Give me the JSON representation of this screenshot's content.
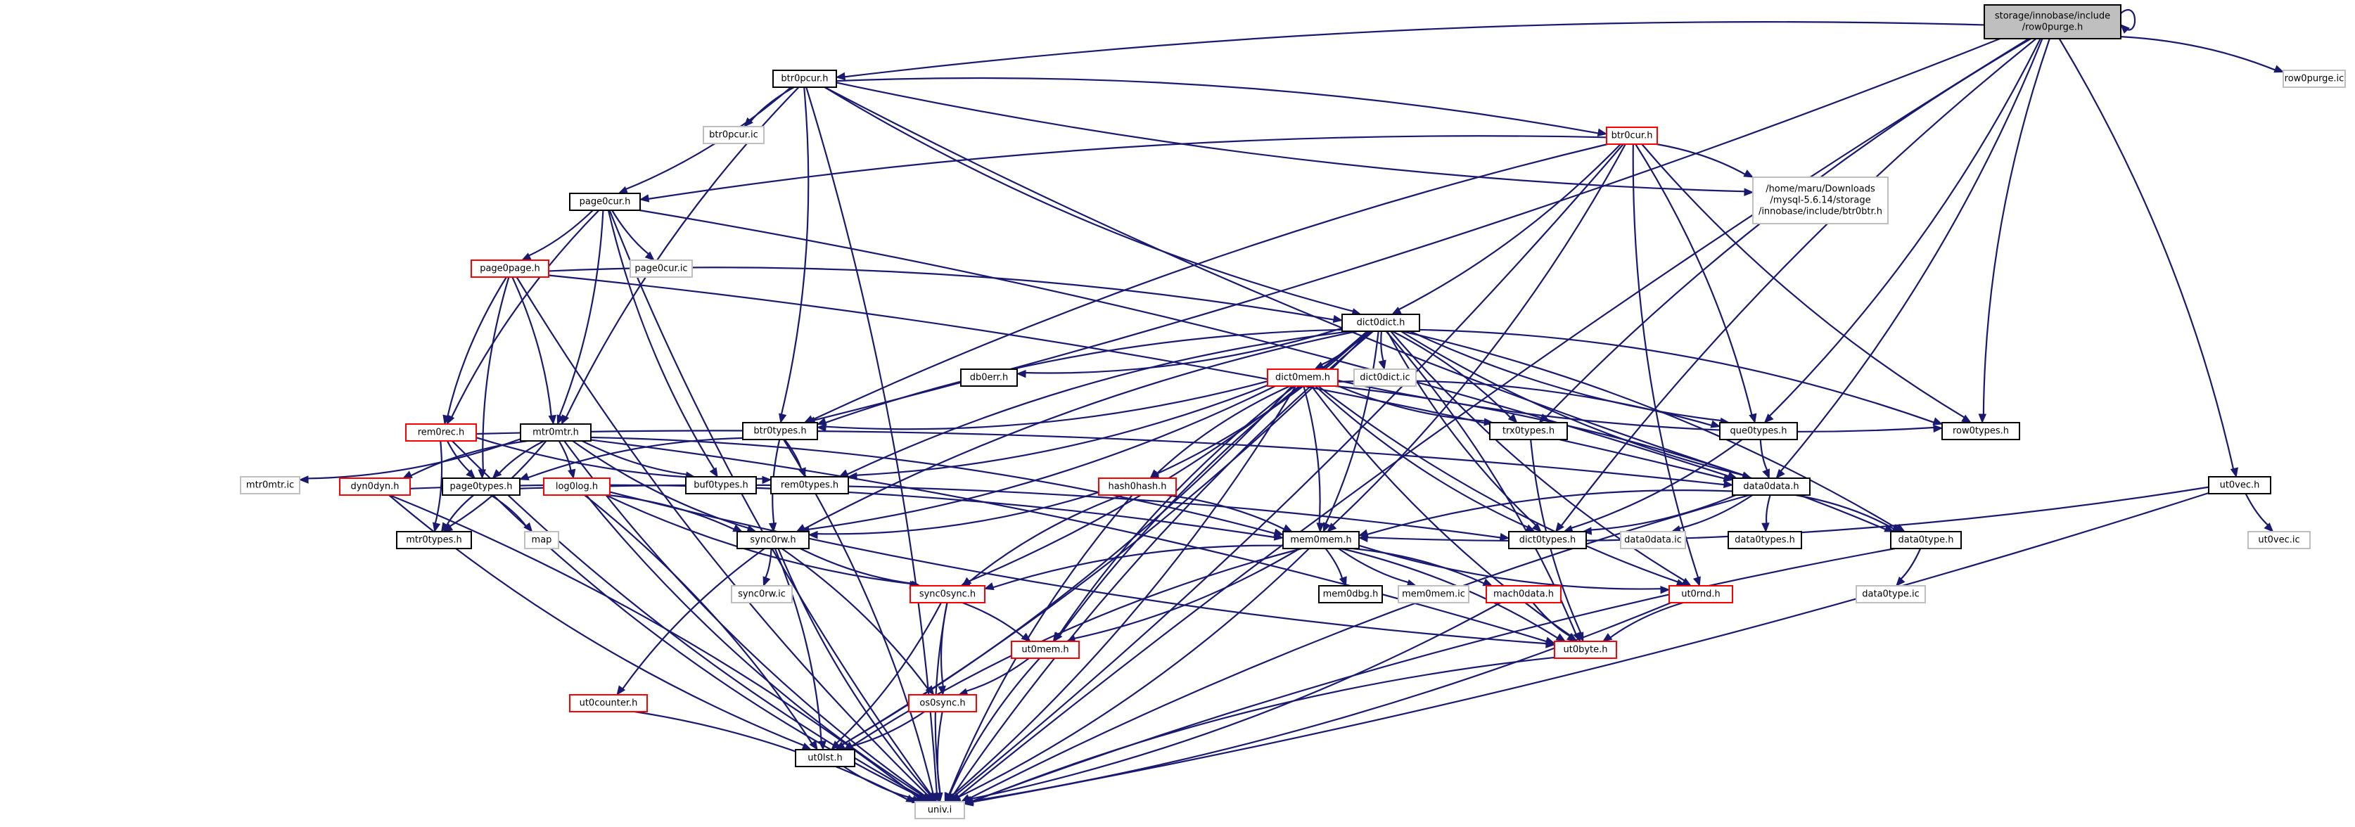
{
  "graph": {
    "colors": {
      "edge": "#191970",
      "border_default": "#000000",
      "border_red": "#ff0000",
      "border_gray": "#bfbfbf",
      "root_fill": "#bfbfbf",
      "node_fill": "#ffffff"
    },
    "nodes": [
      {
        "id": "row0purge_h",
        "label": [
          "storage/innobase/include",
          "/row0purge.h"
        ],
        "style": "root"
      },
      {
        "id": "btr0pcur_h",
        "label": [
          "btr0pcur.h"
        ],
        "style": "black"
      },
      {
        "id": "row0purge_ic",
        "label": [
          "row0purge.ic"
        ],
        "style": "gray"
      },
      {
        "id": "btr0pcur_ic",
        "label": [
          "btr0pcur.ic"
        ],
        "style": "gray"
      },
      {
        "id": "btr0cur_h",
        "label": [
          "btr0cur.h"
        ],
        "style": "red"
      },
      {
        "id": "btr0btr_h",
        "label": [
          "/home/maru/Downloads",
          "/mysql-5.6.14/storage",
          "/innobase/include/btr0btr.h"
        ],
        "style": "gray"
      },
      {
        "id": "page0cur_h",
        "label": [
          "page0cur.h"
        ],
        "style": "black"
      },
      {
        "id": "page0cur_ic",
        "label": [
          "page0cur.ic"
        ],
        "style": "gray"
      },
      {
        "id": "page0page_h",
        "label": [
          "page0page.h"
        ],
        "style": "red"
      },
      {
        "id": "dict0dict_h",
        "label": [
          "dict0dict.h"
        ],
        "style": "black"
      },
      {
        "id": "db0err_h",
        "label": [
          "db0err.h"
        ],
        "style": "black"
      },
      {
        "id": "dict0dict_ic",
        "label": [
          "dict0dict.ic"
        ],
        "style": "gray"
      },
      {
        "id": "dict0mem_h",
        "label": [
          "dict0mem.h"
        ],
        "style": "red"
      },
      {
        "id": "btr0types_h",
        "label": [
          "btr0types.h"
        ],
        "style": "black"
      },
      {
        "id": "trx0types_h",
        "label": [
          "trx0types.h"
        ],
        "style": "black"
      },
      {
        "id": "que0types_h",
        "label": [
          "que0types.h"
        ],
        "style": "black"
      },
      {
        "id": "row0types_h",
        "label": [
          "row0types.h"
        ],
        "style": "black"
      },
      {
        "id": "ut0vec_h",
        "label": [
          "ut0vec.h"
        ],
        "style": "black"
      },
      {
        "id": "ut0vec_ic",
        "label": [
          "ut0vec.ic"
        ],
        "style": "gray"
      },
      {
        "id": "rem0rec_h",
        "label": [
          "rem0rec.h"
        ],
        "style": "red"
      },
      {
        "id": "mtr0mtr_h",
        "label": [
          "mtr0mtr.h"
        ],
        "style": "black"
      },
      {
        "id": "mtr0mtr_ic",
        "label": [
          "mtr0mtr.ic"
        ],
        "style": "gray"
      },
      {
        "id": "dyn0dyn_h",
        "label": [
          "dyn0dyn.h"
        ],
        "style": "red"
      },
      {
        "id": "log0log_h",
        "label": [
          "log0log.h"
        ],
        "style": "red"
      },
      {
        "id": "page0types_h",
        "label": [
          "page0types.h"
        ],
        "style": "black"
      },
      {
        "id": "map",
        "label": [
          "map"
        ],
        "style": "gray"
      },
      {
        "id": "mtr0types_h",
        "label": [
          "mtr0types.h"
        ],
        "style": "black"
      },
      {
        "id": "buf0types_h",
        "label": [
          "buf0types.h"
        ],
        "style": "black"
      },
      {
        "id": "rem0types_h",
        "label": [
          "rem0types.h"
        ],
        "style": "black"
      },
      {
        "id": "hash0hash_h",
        "label": [
          "hash0hash.h"
        ],
        "style": "red"
      },
      {
        "id": "data0data_h",
        "label": [
          "data0data.h"
        ],
        "style": "black"
      },
      {
        "id": "data0data_ic",
        "label": [
          "data0data.ic"
        ],
        "style": "gray"
      },
      {
        "id": "data0types_h",
        "label": [
          "data0types.h"
        ],
        "style": "black"
      },
      {
        "id": "data0type_h",
        "label": [
          "data0type.h"
        ],
        "style": "black"
      },
      {
        "id": "data0type_ic",
        "label": [
          "data0type.ic"
        ],
        "style": "gray"
      },
      {
        "id": "dict0types_h",
        "label": [
          "dict0types.h"
        ],
        "style": "black"
      },
      {
        "id": "mem0mem_h",
        "label": [
          "mem0mem.h"
        ],
        "style": "black"
      },
      {
        "id": "mem0dbg_h",
        "label": [
          "mem0dbg.h"
        ],
        "style": "black"
      },
      {
        "id": "mem0mem_ic",
        "label": [
          "mem0mem.ic"
        ],
        "style": "gray"
      },
      {
        "id": "mach0data_h",
        "label": [
          "mach0data.h"
        ],
        "style": "red"
      },
      {
        "id": "ut0rnd_h",
        "label": [
          "ut0rnd.h"
        ],
        "style": "red"
      },
      {
        "id": "ut0byte_h",
        "label": [
          "ut0byte.h"
        ],
        "style": "red"
      },
      {
        "id": "sync0rw_h",
        "label": [
          "sync0rw.h"
        ],
        "style": "black"
      },
      {
        "id": "sync0rw_ic",
        "label": [
          "sync0rw.ic"
        ],
        "style": "gray"
      },
      {
        "id": "sync0sync_h",
        "label": [
          "sync0sync.h"
        ],
        "style": "red"
      },
      {
        "id": "ut0mem_h",
        "label": [
          "ut0mem.h"
        ],
        "style": "red"
      },
      {
        "id": "os0sync_h",
        "label": [
          "os0sync.h"
        ],
        "style": "red"
      },
      {
        "id": "ut0counter_h",
        "label": [
          "ut0counter.h"
        ],
        "style": "red"
      },
      {
        "id": "ut0lst_h",
        "label": [
          "ut0lst.h"
        ],
        "style": "black"
      },
      {
        "id": "univ_i",
        "label": [
          "univ.i"
        ],
        "style": "gray"
      }
    ],
    "edges": [
      [
        "row0purge_h",
        "row0purge_h"
      ],
      [
        "row0purge_h",
        "btr0pcur_h"
      ],
      [
        "row0purge_h",
        "row0purge_ic"
      ],
      [
        "row0purge_h",
        "univ_i"
      ],
      [
        "row0purge_h",
        "btr0types_h"
      ],
      [
        "row0purge_h",
        "trx0types_h"
      ],
      [
        "row0purge_h",
        "que0types_h"
      ],
      [
        "row0purge_h",
        "row0types_h"
      ],
      [
        "row0purge_h",
        "data0data_h"
      ],
      [
        "row0purge_h",
        "dict0types_h"
      ],
      [
        "row0purge_h",
        "ut0vec_h"
      ],
      [
        "btr0pcur_h",
        "btr0pcur_ic"
      ],
      [
        "btr0pcur_h",
        "btr0cur_h"
      ],
      [
        "btr0pcur_h",
        "btr0btr_h"
      ],
      [
        "btr0pcur_h",
        "page0cur_h"
      ],
      [
        "btr0pcur_h",
        "dict0dict_h"
      ],
      [
        "btr0pcur_h",
        "btr0types_h"
      ],
      [
        "btr0pcur_h",
        "mtr0mtr_h"
      ],
      [
        "btr0pcur_h",
        "univ_i"
      ],
      [
        "btr0pcur_h",
        "data0data_h"
      ],
      [
        "btr0cur_h",
        "btr0btr_h"
      ],
      [
        "btr0cur_h",
        "page0cur_h"
      ],
      [
        "btr0cur_h",
        "dict0dict_h"
      ],
      [
        "btr0cur_h",
        "btr0types_h"
      ],
      [
        "btr0cur_h",
        "que0types_h"
      ],
      [
        "btr0cur_h",
        "row0types_h"
      ],
      [
        "btr0cur_h",
        "mem0mem_h"
      ],
      [
        "btr0cur_h",
        "ut0rnd_h"
      ],
      [
        "btr0cur_h",
        "univ_i"
      ],
      [
        "page0cur_h",
        "page0cur_ic"
      ],
      [
        "page0cur_h",
        "page0page_h"
      ],
      [
        "page0cur_h",
        "rem0rec_h"
      ],
      [
        "page0cur_h",
        "mtr0mtr_h"
      ],
      [
        "page0cur_h",
        "buf0types_h"
      ],
      [
        "page0cur_h",
        "data0data_h"
      ],
      [
        "page0cur_h",
        "univ_i"
      ],
      [
        "page0page_h",
        "dict0dict_h"
      ],
      [
        "page0page_h",
        "rem0rec_h"
      ],
      [
        "page0page_h",
        "mtr0mtr_h"
      ],
      [
        "page0page_h",
        "page0types_h"
      ],
      [
        "page0page_h",
        "data0data_h"
      ],
      [
        "page0page_h",
        "univ_i"
      ],
      [
        "dict0dict_h",
        "db0err_h"
      ],
      [
        "dict0dict_h",
        "dict0dict_ic"
      ],
      [
        "dict0dict_h",
        "dict0mem_h"
      ],
      [
        "dict0dict_h",
        "btr0types_h"
      ],
      [
        "dict0dict_h",
        "trx0types_h"
      ],
      [
        "dict0dict_h",
        "que0types_h"
      ],
      [
        "dict0dict_h",
        "row0types_h"
      ],
      [
        "dict0dict_h",
        "rem0types_h"
      ],
      [
        "dict0dict_h",
        "hash0hash_h"
      ],
      [
        "dict0dict_h",
        "data0data_h"
      ],
      [
        "dict0dict_h",
        "data0type_h"
      ],
      [
        "dict0dict_h",
        "dict0types_h"
      ],
      [
        "dict0dict_h",
        "mem0mem_h"
      ],
      [
        "dict0dict_h",
        "ut0rnd_h"
      ],
      [
        "dict0dict_h",
        "ut0byte_h"
      ],
      [
        "dict0dict_h",
        "sync0rw_h"
      ],
      [
        "dict0dict_h",
        "sync0sync_h"
      ],
      [
        "dict0dict_h",
        "ut0mem_h"
      ],
      [
        "dict0dict_h",
        "ut0lst_h"
      ],
      [
        "dict0dict_h",
        "univ_i"
      ],
      [
        "dict0mem_h",
        "btr0types_h"
      ],
      [
        "dict0mem_h",
        "trx0types_h"
      ],
      [
        "dict0mem_h",
        "que0types_h"
      ],
      [
        "dict0mem_h",
        "row0types_h"
      ],
      [
        "dict0mem_h",
        "rem0types_h"
      ],
      [
        "dict0mem_h",
        "hash0hash_h"
      ],
      [
        "dict0mem_h",
        "data0type_h"
      ],
      [
        "dict0mem_h",
        "dict0types_h"
      ],
      [
        "dict0mem_h",
        "mem0mem_h"
      ],
      [
        "dict0mem_h",
        "ut0byte_h"
      ],
      [
        "dict0mem_h",
        "sync0rw_h"
      ],
      [
        "dict0mem_h",
        "ut0mem_h"
      ],
      [
        "dict0mem_h",
        "ut0lst_h"
      ],
      [
        "dict0mem_h",
        "ut0rnd_h"
      ],
      [
        "dict0mem_h",
        "univ_i"
      ],
      [
        "btr0types_h",
        "page0types_h"
      ],
      [
        "btr0types_h",
        "rem0types_h"
      ],
      [
        "btr0types_h",
        "sync0rw_h"
      ],
      [
        "btr0types_h",
        "univ_i"
      ],
      [
        "que0types_h",
        "data0data_h"
      ],
      [
        "que0types_h",
        "dict0types_h"
      ],
      [
        "trx0types_h",
        "ut0byte_h"
      ],
      [
        "ut0vec_h",
        "mem0mem_h"
      ],
      [
        "ut0vec_h",
        "ut0vec_ic"
      ],
      [
        "ut0vec_h",
        "univ_i"
      ],
      [
        "rem0rec_h",
        "page0types_h"
      ],
      [
        "rem0rec_h",
        "mtr0types_h"
      ],
      [
        "rem0rec_h",
        "rem0types_h"
      ],
      [
        "rem0rec_h",
        "data0data_h"
      ],
      [
        "rem0rec_h",
        "univ_i"
      ],
      [
        "mtr0mtr_h",
        "mtr0mtr_ic"
      ],
      [
        "mtr0mtr_h",
        "dyn0dyn_h"
      ],
      [
        "mtr0mtr_h",
        "log0log_h"
      ],
      [
        "mtr0mtr_h",
        "page0types_h"
      ],
      [
        "mtr0mtr_h",
        "mtr0types_h"
      ],
      [
        "mtr0mtr_h",
        "buf0types_h"
      ],
      [
        "mtr0mtr_h",
        "mem0mem_h"
      ],
      [
        "mtr0mtr_h",
        "sync0rw_h"
      ],
      [
        "mtr0mtr_h",
        "ut0byte_h"
      ],
      [
        "mtr0mtr_h",
        "univ_i"
      ],
      [
        "dyn0dyn_h",
        "mem0mem_h"
      ],
      [
        "dyn0dyn_h",
        "ut0lst_h"
      ],
      [
        "dyn0dyn_h",
        "univ_i"
      ],
      [
        "log0log_h",
        "sync0sync_h"
      ],
      [
        "log0log_h",
        "sync0rw_h"
      ],
      [
        "log0log_h",
        "ut0byte_h"
      ],
      [
        "log0log_h",
        "ut0lst_h"
      ],
      [
        "log0log_h",
        "univ_i"
      ],
      [
        "page0types_h",
        "map"
      ],
      [
        "page0types_h",
        "mtr0types_h"
      ],
      [
        "page0types_h",
        "dict0types_h"
      ],
      [
        "page0types_h",
        "univ_i"
      ],
      [
        "hash0hash_h",
        "mem0mem_h"
      ],
      [
        "hash0hash_h",
        "sync0sync_h"
      ],
      [
        "hash0hash_h",
        "sync0rw_h"
      ],
      [
        "hash0hash_h",
        "univ_i"
      ],
      [
        "data0data_h",
        "data0data_ic"
      ],
      [
        "data0data_h",
        "data0types_h"
      ],
      [
        "data0data_h",
        "data0type_h"
      ],
      [
        "data0data_h",
        "mem0mem_h"
      ],
      [
        "data0data_h",
        "dict0types_h"
      ],
      [
        "data0data_h",
        "univ_i"
      ],
      [
        "data0type_h",
        "data0type_ic"
      ],
      [
        "data0type_h",
        "univ_i"
      ],
      [
        "mem0mem_h",
        "mem0dbg_h"
      ],
      [
        "mem0mem_h",
        "mem0mem_ic"
      ],
      [
        "mem0mem_h",
        "mach0data_h"
      ],
      [
        "mem0mem_h",
        "ut0rnd_h"
      ],
      [
        "mem0mem_h",
        "ut0byte_h"
      ],
      [
        "mem0mem_h",
        "sync0sync_h"
      ],
      [
        "mem0mem_h",
        "ut0mem_h"
      ],
      [
        "mem0mem_h",
        "ut0lst_h"
      ],
      [
        "mem0mem_h",
        "univ_i"
      ],
      [
        "mach0data_h",
        "ut0byte_h"
      ],
      [
        "mach0data_h",
        "univ_i"
      ],
      [
        "ut0rnd_h",
        "ut0byte_h"
      ],
      [
        "ut0rnd_h",
        "univ_i"
      ],
      [
        "ut0byte_h",
        "univ_i"
      ],
      [
        "sync0rw_h",
        "sync0rw_ic"
      ],
      [
        "sync0rw_h",
        "sync0sync_h"
      ],
      [
        "sync0rw_h",
        "os0sync_h"
      ],
      [
        "sync0rw_h",
        "ut0counter_h"
      ],
      [
        "sync0rw_h",
        "ut0lst_h"
      ],
      [
        "sync0rw_h",
        "univ_i"
      ],
      [
        "sync0sync_h",
        "ut0mem_h"
      ],
      [
        "sync0sync_h",
        "os0sync_h"
      ],
      [
        "sync0sync_h",
        "ut0lst_h"
      ],
      [
        "sync0sync_h",
        "univ_i"
      ],
      [
        "ut0mem_h",
        "os0sync_h"
      ],
      [
        "ut0mem_h",
        "univ_i"
      ],
      [
        "os0sync_h",
        "ut0lst_h"
      ],
      [
        "os0sync_h",
        "univ_i"
      ],
      [
        "ut0counter_h",
        "univ_i"
      ],
      [
        "ut0lst_h",
        "univ_i"
      ]
    ]
  }
}
